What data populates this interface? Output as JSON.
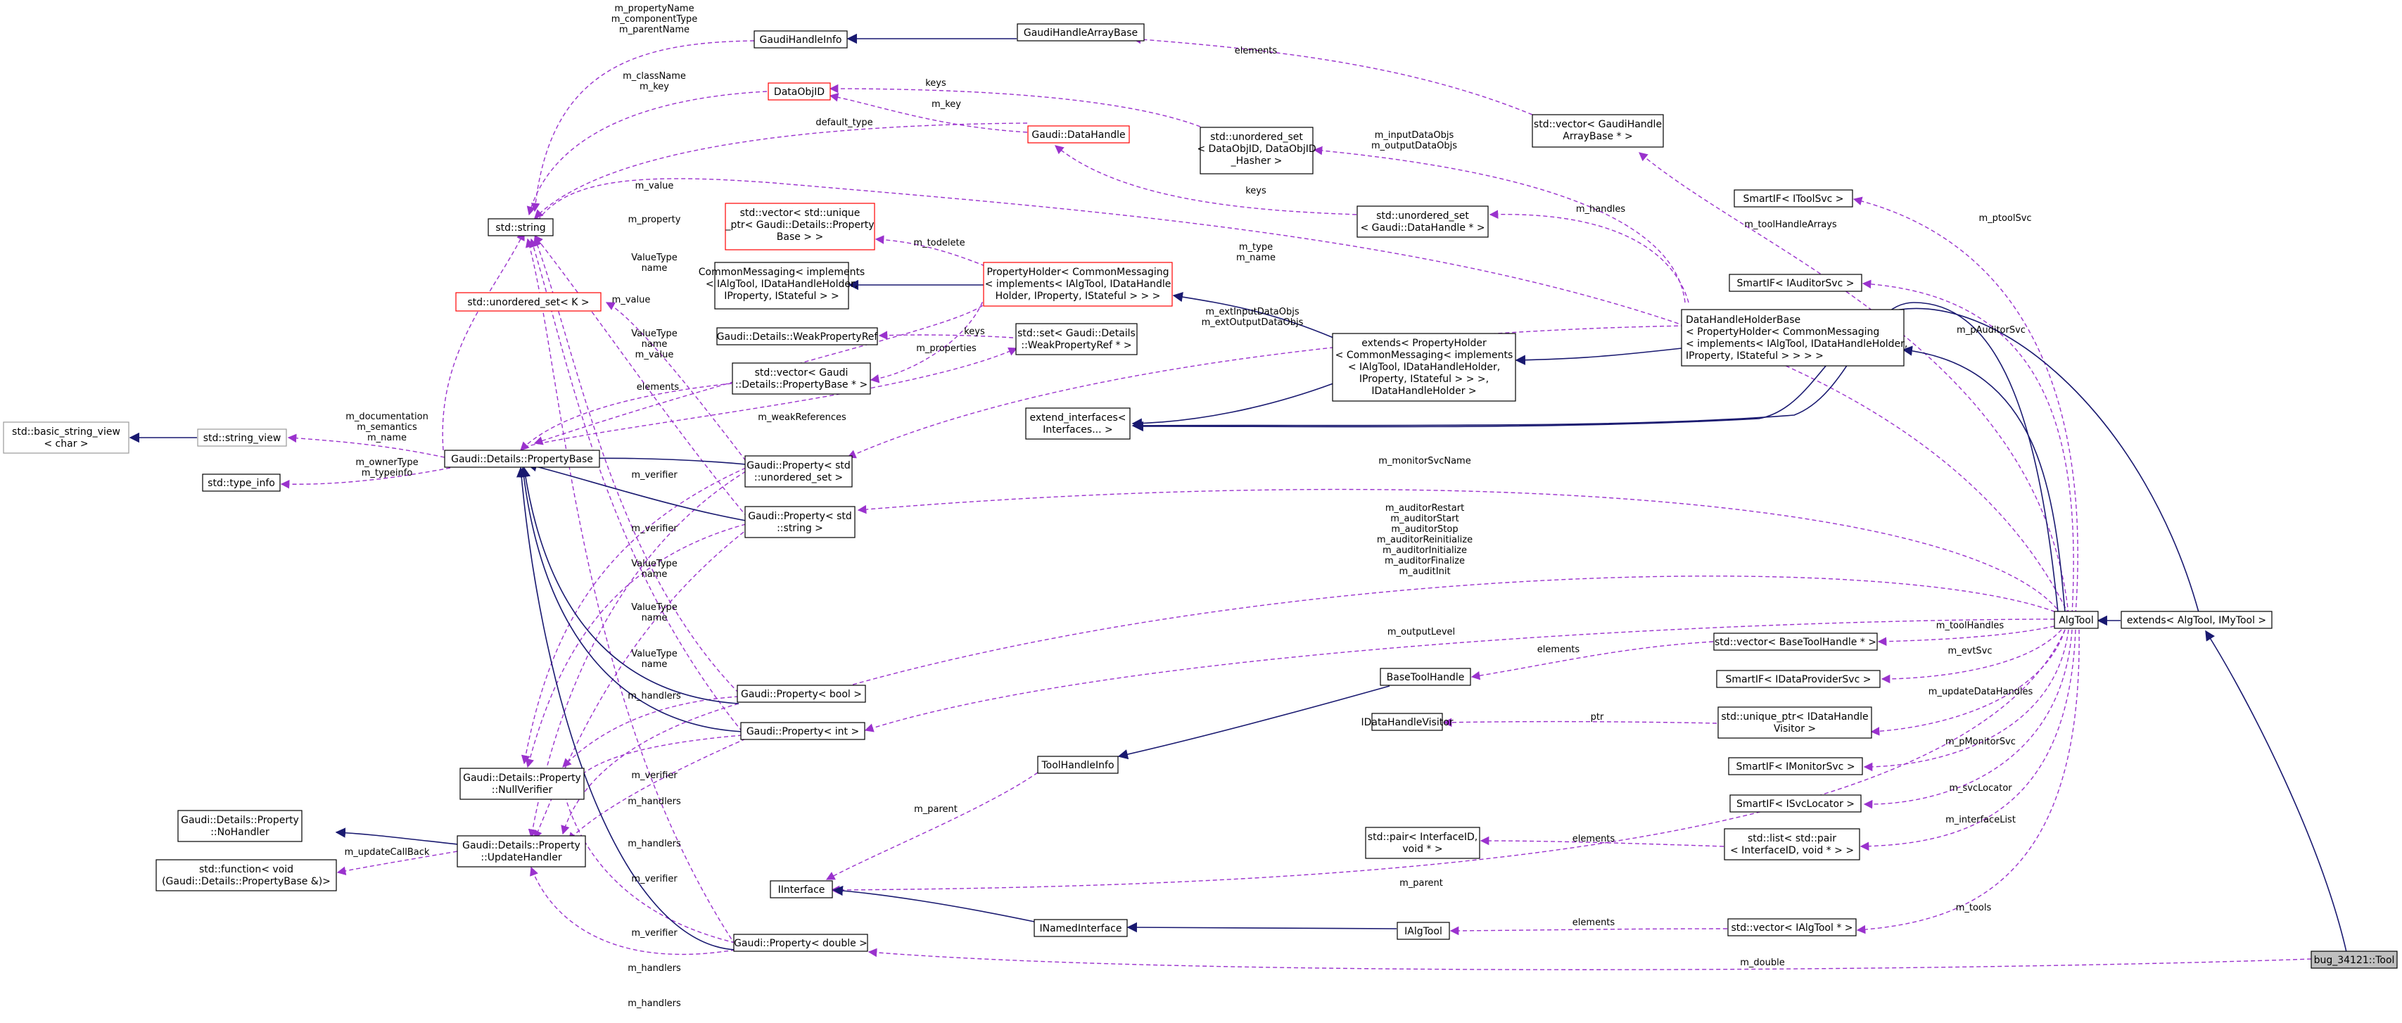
{
  "colors": {
    "inheritance": "#191970",
    "usage": "#9a32cd",
    "incomplete_node_border": "#ff0000",
    "highlighted_node_fill": "#bfbfbf"
  },
  "nodes": {
    "gaudi_handle_info": [
      "GaudiHandleInfo"
    ],
    "gaudi_handle_array_base": [
      "GaudiHandleArrayBase"
    ],
    "data_obj_id": [
      "DataObjID"
    ],
    "gaudi_data_handle": [
      "Gaudi::DataHandle"
    ],
    "unordered_set_dataobjid": [
      "std::unordered_set",
      "< DataObjID, DataObjID",
      "_Hasher >"
    ],
    "vector_gaudihandlearraybase": [
      "std::vector< GaudiHandle",
      "ArrayBase * >"
    ],
    "unordered_set_datahandle": [
      "std::unordered_set",
      "< Gaudi::DataHandle * >"
    ],
    "smartif_itoolsvc": [
      "SmartIF< IToolSvc >"
    ],
    "smartif_iauditorsvc": [
      "SmartIF< IAuditorSvc >"
    ],
    "std_string": [
      "std::string"
    ],
    "vector_unique_ptr_propertybase": [
      "std::vector< std::unique",
      "_ptr< Gaudi::Details::Property",
      "Base > >"
    ],
    "common_messaging": [
      "CommonMessaging< implements",
      "< IAlgTool, IDataHandleHolder,",
      "IProperty, IStateful > >"
    ],
    "property_holder": [
      "PropertyHolder< CommonMessaging",
      "< implements< IAlgTool, IDataHandle",
      "Holder, IProperty, IStateful > > >"
    ],
    "unordered_set_k": [
      "std::unordered_set< K >"
    ],
    "weak_property_ref": [
      "Gaudi::Details::WeakPropertyRef"
    ],
    "set_weak_property_ref": [
      "std::set< Gaudi::Details",
      "::WeakPropertyRef * >"
    ],
    "data_handle_holder_base": [
      "DataHandleHolderBase",
      "< PropertyHolder< CommonMessaging",
      "< implements< IAlgTool, IDataHandleHolder,",
      "IProperty, IStateful > > > >"
    ],
    "extends_property_holder": [
      "extends< PropertyHolder",
      "< CommonMessaging< implements",
      "< IAlgTool, IDataHandleHolder,",
      "IProperty, IStateful > > >,",
      "IDataHandleHolder >"
    ],
    "vector_propertybase": [
      "std::vector< Gaudi",
      "::Details::PropertyBase * >"
    ],
    "basic_string_view": [
      "std::basic_string_view",
      "< char >"
    ],
    "string_view": [
      "std::string_view"
    ],
    "extend_interfaces": [
      "extend_interfaces<",
      "Interfaces... >"
    ],
    "property_base": [
      "Gaudi::Details::PropertyBase"
    ],
    "property_unordered_set": [
      "Gaudi::Property< std",
      "::unordered_set >"
    ],
    "type_info": [
      "std::type_info"
    ],
    "property_string": [
      "Gaudi::Property< std",
      "::string >"
    ],
    "alg_tool": [
      "AlgTool"
    ],
    "extends_algtool_imytool": [
      "extends< AlgTool, IMyTool >"
    ],
    "vector_basetoolhandle": [
      "std::vector< BaseToolHandle * >"
    ],
    "base_tool_handle": [
      "BaseToolHandle"
    ],
    "smartif_idataprovidersvc": [
      "SmartIF< IDataProviderSvc >"
    ],
    "property_bool": [
      "Gaudi::Property< bool >"
    ],
    "idatahandle_visitor": [
      "IDataHandleVisitor"
    ],
    "unique_ptr_idatahandlevisitor": [
      "std::unique_ptr< IDataHandle",
      "Visitor >"
    ],
    "property_int": [
      "Gaudi::Property< int >"
    ],
    "tool_handle_info": [
      "ToolHandleInfo"
    ],
    "smartif_imonitorsvc": [
      "SmartIF< IMonitorSvc >"
    ],
    "null_verifier": [
      "Gaudi::Details::Property",
      "::NullVerifier"
    ],
    "smartif_isvclocator": [
      "SmartIF< ISvcLocator >"
    ],
    "no_handler": [
      "Gaudi::Details::Property",
      "::NoHandler"
    ],
    "update_handler": [
      "Gaudi::Details::Property",
      "::UpdateHandler"
    ],
    "pair_interfaceid": [
      "std::pair< InterfaceID,",
      "void * >"
    ],
    "list_pair_interfaceid": [
      "std::list< std::pair",
      "< InterfaceID, void * > >"
    ],
    "std_function": [
      "std::function< void",
      "(Gaudi::Details::PropertyBase &)>"
    ],
    "iinterface": [
      "IInterface"
    ],
    "inamed_interface": [
      "INamedInterface"
    ],
    "ialg_tool": [
      "IAlgTool"
    ],
    "vector_ialgtool": [
      "std::vector< IAlgTool * >"
    ],
    "property_double": [
      "Gaudi::Property< double >"
    ],
    "bug_tool": [
      "bug_34121::Tool"
    ]
  },
  "edge_labels": {
    "property_name_group": [
      "m_propertyName",
      "m_componentType",
      "m_parentName"
    ],
    "classname_key": [
      "m_className",
      "m_key"
    ],
    "keys": "keys",
    "m_key": "m_key",
    "default_type": "default_type",
    "elements": "elements",
    "input_output_dataobjs": [
      "m_inputDataObjs",
      "m_outputDataObjs"
    ],
    "m_value": "m_value",
    "m_property": "m_property",
    "valuetype_name": [
      "ValueType",
      "name"
    ],
    "valuetype_name_value": [
      "ValueType",
      "name",
      "m_value"
    ],
    "m_todelete": "m_todelete",
    "m_properties": "m_properties",
    "m_weakreferences": "m_weakReferences",
    "m_type_name": [
      "m_type",
      "m_name"
    ],
    "ext_input_output": [
      "m_extInputDataObjs",
      "m_extOutputDataObjs"
    ],
    "m_handles": "m_handles",
    "m_toolhandlearrays": "m_toolHandleArrays",
    "m_ptoolsvc": "m_ptoolSvc",
    "m_pauditorsvc": "m_pAuditorSvc",
    "documentation_group": [
      "m_documentation",
      "m_semantics",
      "m_name"
    ],
    "ownertype_group": [
      "m_ownerType",
      "m_typeinfo"
    ],
    "m_verifier": "m_verifier",
    "m_monitorsvcname": "m_monitorSvcName",
    "auditor_group": [
      "m_auditorRestart",
      "m_auditorStart",
      "m_auditorStop",
      "m_auditorReinitialize",
      "m_auditorInitialize",
      "m_auditorFinalize",
      "m_auditInit"
    ],
    "m_outputlevel": "m_outputLevel",
    "m_toolhandles": "m_toolHandles",
    "m_evtsvc": "m_evtSvc",
    "ptr": "ptr",
    "m_updatedatahandles": "m_updateDataHandles",
    "m_handlers": "m_handlers",
    "m_pmonitorsvc": "m_pMonitorSvc",
    "m_parent": "m_parent",
    "m_svclocator": "m_svcLocator",
    "m_updatecallback": "m_updateCallBack",
    "m_interfacelist": "m_interfaceList",
    "m_tools": "m_tools",
    "m_double": "m_double"
  }
}
